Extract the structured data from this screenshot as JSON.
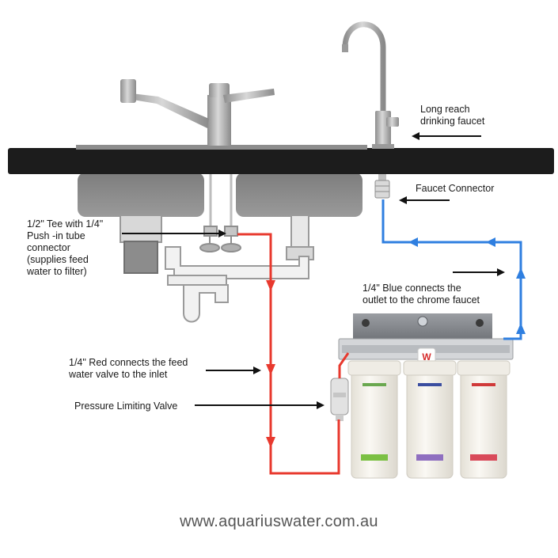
{
  "labels": {
    "faucet": "Long reach\ndrinking faucet",
    "faucet_connector": "Faucet Connector",
    "tee": "1/2\" Tee with 1/4\"\nPush -in tube\nconnector\n(supplies feed\nwater to filter)",
    "blue_line": "1/4\" Blue connects the\noutlet to the chrome faucet",
    "red_line": "1/4\" Red connects the feed\nwater valve to the inlet",
    "valve": "Pressure Limiting Valve"
  },
  "footer": {
    "url": "www.aquariuswater.com.au"
  },
  "brand": {
    "badge_letter": "W"
  },
  "colors": {
    "feed_line": "#e8392e",
    "outlet_line": "#2f7fe0",
    "countertop": "#1c1c1c",
    "chrome": "#a8a8a8",
    "filter_body": "#f4f1ea"
  }
}
